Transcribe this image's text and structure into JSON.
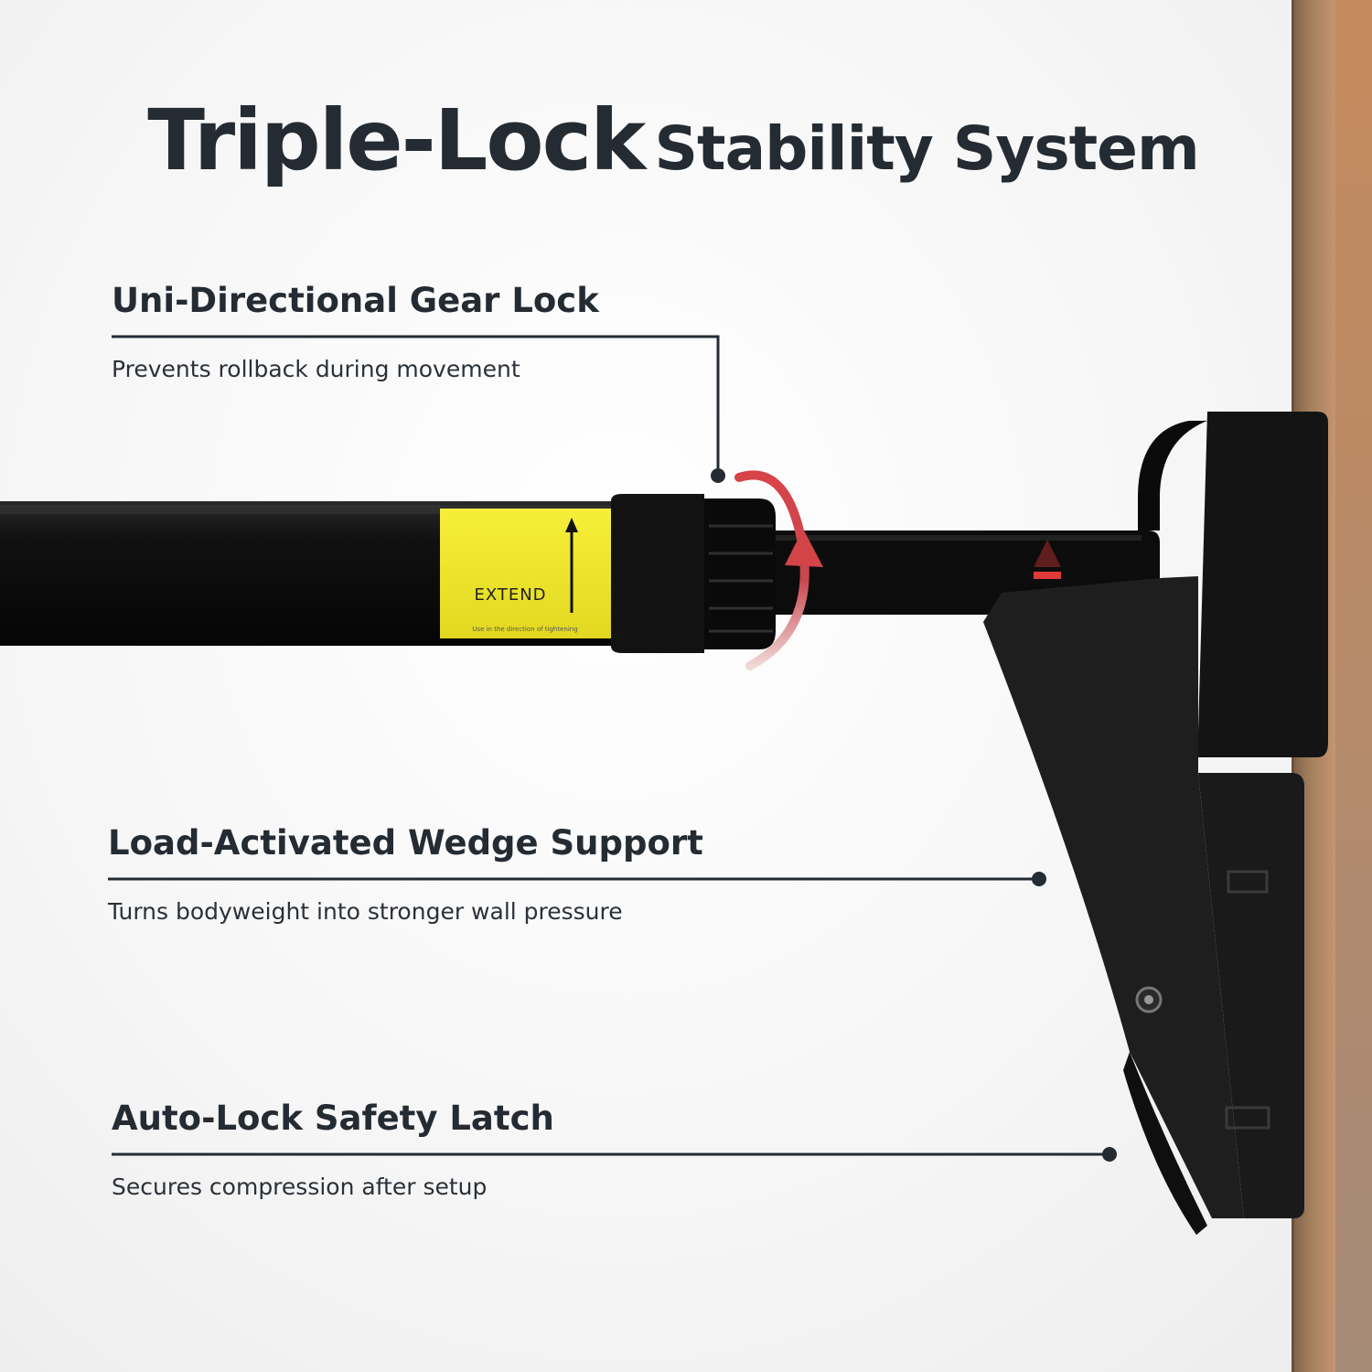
{
  "title": {
    "part1": "Triple-Lock",
    "part2": "Stability System"
  },
  "callouts": [
    {
      "title": "Uni-Directional Gear Lock",
      "description": "Prevents rollback during movement"
    },
    {
      "title": "Load-Activated Wedge Support",
      "description": "Turns bodyweight into stronger wall pressure"
    },
    {
      "title": "Auto-Lock Safety Latch",
      "description": "Secures compression after setup"
    }
  ],
  "label": {
    "text": "EXTEND",
    "subtext": "Use in the direction of tightening"
  },
  "colors": {
    "text": "#242b33",
    "bar": "#0d0d0d",
    "label": "#f3ec2c",
    "arrow": "#d84a4f",
    "wall": "#b98a62"
  }
}
